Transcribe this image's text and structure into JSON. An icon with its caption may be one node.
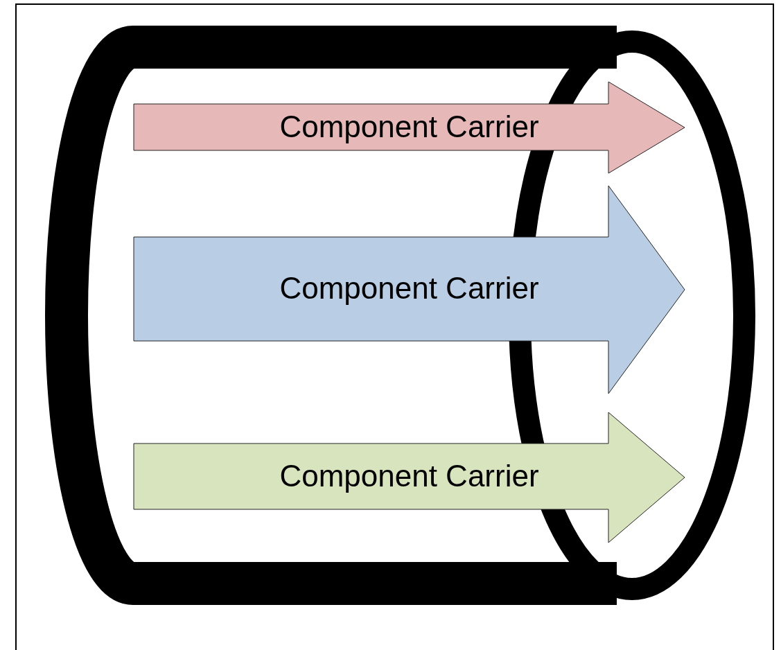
{
  "diagram": {
    "nodes": [
      {
        "text": [
          "Component Carrier"
        ]
      },
      {
        "text": [
          "Component Carrier"
        ]
      },
      {
        "text": [
          "Component Carrier"
        ]
      }
    ]
  }
}
